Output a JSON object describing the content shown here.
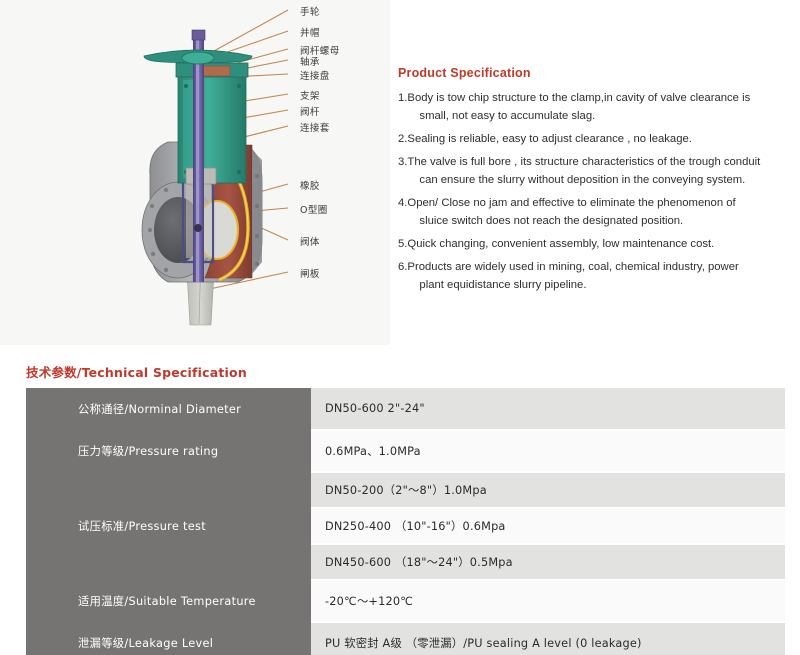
{
  "diagram": {
    "name": "knife-gate-valve-cutaway",
    "callouts": [
      {
        "id": "handwheel",
        "label": "手轮"
      },
      {
        "id": "cap-nut",
        "label": "并帽"
      },
      {
        "id": "stem-nut",
        "label": "阀杆螺母"
      },
      {
        "id": "bearing",
        "label": "轴承"
      },
      {
        "id": "connecting-plate",
        "label": "连接盘"
      },
      {
        "id": "bracket",
        "label": "支架"
      },
      {
        "id": "valve-stem",
        "label": "阀杆"
      },
      {
        "id": "connecting-sleeve",
        "label": "连接套"
      },
      {
        "id": "rubber",
        "label": "橡胶"
      },
      {
        "id": "o-ring",
        "label": "O型圈"
      },
      {
        "id": "valve-body",
        "label": "阀体"
      },
      {
        "id": "gate-plate",
        "label": "闸板"
      }
    ],
    "colors": {
      "handwheel": "#2e8f7e",
      "bracket": "#3aa08c",
      "stem": "#6b5b9a",
      "body": "#a8a9ab",
      "rubber": "#9e4a3c",
      "o_ring": "#e8b321",
      "gate": "#c9c9c3",
      "leader_line": "#c08a50",
      "background": "#f7f7f6"
    }
  },
  "product_spec": {
    "title": "Product Specification",
    "accent_color": "#c0392b",
    "items": [
      {
        "num": "1.",
        "line1": "Body is tow chip structure to the clamp,in cavity of valve clearance is",
        "line2": "small, not easy to accumulate slag."
      },
      {
        "num": "2.",
        "line1": "Sealing is reliable, easy to adjust clearance , no leakage.",
        "line2": ""
      },
      {
        "num": "3.",
        "line1": "The valve is full bore , its structure characteristics of the trough conduit",
        "line2": "can ensure the slurry without deposition in the conveying system."
      },
      {
        "num": "4.",
        "line1": "Open/ Close  no jam and effective to eliminate the phenomenon of",
        "line2": "sluice switch does not reach the designated position."
      },
      {
        "num": "5.",
        "line1": "Quick changing, convenient assembly, low maintenance cost.",
        "line2": ""
      },
      {
        "num": "6.",
        "line1": "Products are widely used in mining, coal, chemical industry, power",
        "line2": "plant equidistance slurry pipeline."
      }
    ]
  },
  "tech_spec": {
    "title": "技术参数/Technical Specification",
    "accent_color": "#c0392b",
    "rows": [
      {
        "label": "公称通径/Norminal Diameter",
        "values": [
          "DN50-600    2\"-24\""
        ]
      },
      {
        "label": "压力等级/Pressure rating",
        "values": [
          "0.6MPa、1.0MPa"
        ]
      },
      {
        "label": "试压标准/Pressure test",
        "values": [
          "DN50-200（2\"～8\"）1.0Mpa",
          "DN250-400 （10\"-16\"）0.6Mpa",
          "DN450-600  （18\"～24\"）0.5Mpa"
        ]
      },
      {
        "label": "适用温度/Suitable Temperature",
        "values": [
          "-20℃～+120℃"
        ]
      },
      {
        "label": "泄漏等级/Leakage Level",
        "values": [
          "PU 软密封 A级 （零泄漏）/PU sealing  A level (0 leakage)"
        ]
      }
    ]
  }
}
